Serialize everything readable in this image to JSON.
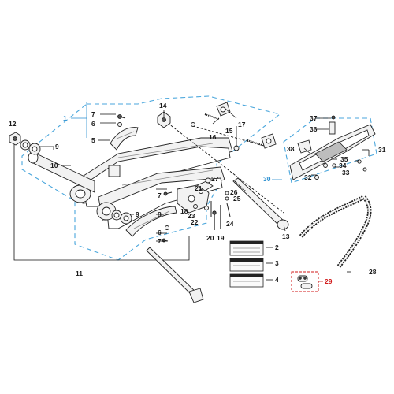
{
  "callouts": [
    {
      "id": "c1",
      "text": "1",
      "color": "blue"
    },
    {
      "id": "c2",
      "text": "2",
      "color": "black"
    },
    {
      "id": "c3",
      "text": "3",
      "color": "black"
    },
    {
      "id": "c4",
      "text": "4",
      "color": "black"
    },
    {
      "id": "c5",
      "text": "5",
      "color": "black"
    },
    {
      "id": "c6a",
      "text": "6",
      "color": "black"
    },
    {
      "id": "c6b",
      "text": "6",
      "color": "black"
    },
    {
      "id": "c7a",
      "text": "7",
      "color": "black"
    },
    {
      "id": "c7b",
      "text": "7",
      "color": "black"
    },
    {
      "id": "c7c",
      "text": "7",
      "color": "black"
    },
    {
      "id": "c8",
      "text": "8",
      "color": "black"
    },
    {
      "id": "c9a",
      "text": "9",
      "color": "black"
    },
    {
      "id": "c9b",
      "text": "9",
      "color": "black"
    },
    {
      "id": "c10",
      "text": "10",
      "color": "black"
    },
    {
      "id": "c11",
      "text": "11",
      "color": "black"
    },
    {
      "id": "c12",
      "text": "12",
      "color": "black"
    },
    {
      "id": "c13",
      "text": "13",
      "color": "black"
    },
    {
      "id": "c14",
      "text": "14",
      "color": "black"
    },
    {
      "id": "c15",
      "text": "15",
      "color": "black"
    },
    {
      "id": "c16",
      "text": "16",
      "color": "black"
    },
    {
      "id": "c17",
      "text": "17",
      "color": "black"
    },
    {
      "id": "c18",
      "text": "18",
      "color": "black"
    },
    {
      "id": "c19",
      "text": "19",
      "color": "black"
    },
    {
      "id": "c20",
      "text": "20",
      "color": "black"
    },
    {
      "id": "c21",
      "text": "21",
      "color": "black"
    },
    {
      "id": "c22",
      "text": "22",
      "color": "black"
    },
    {
      "id": "c23",
      "text": "23",
      "color": "black"
    },
    {
      "id": "c24",
      "text": "24",
      "color": "black"
    },
    {
      "id": "c25",
      "text": "25",
      "color": "black"
    },
    {
      "id": "c26",
      "text": "26",
      "color": "black"
    },
    {
      "id": "c27",
      "text": "27",
      "color": "black"
    },
    {
      "id": "c28",
      "text": "28",
      "color": "black"
    },
    {
      "id": "c29",
      "text": "29",
      "color": "red"
    },
    {
      "id": "c30",
      "text": "30",
      "color": "blue"
    },
    {
      "id": "c31",
      "text": "31",
      "color": "black"
    },
    {
      "id": "c32",
      "text": "32",
      "color": "black"
    },
    {
      "id": "c33",
      "text": "33",
      "color": "black"
    },
    {
      "id": "c34",
      "text": "34",
      "color": "black"
    },
    {
      "id": "c35",
      "text": "35",
      "color": "black"
    },
    {
      "id": "c36",
      "text": "36",
      "color": "black"
    },
    {
      "id": "c37",
      "text": "37",
      "color": "black"
    },
    {
      "id": "c38",
      "text": "38",
      "color": "black"
    }
  ],
  "colors": {
    "assembly_outline": "#49a6dc",
    "highlight_part": "#d11a1a",
    "line_art": "#222222",
    "background": "#ffffff"
  }
}
